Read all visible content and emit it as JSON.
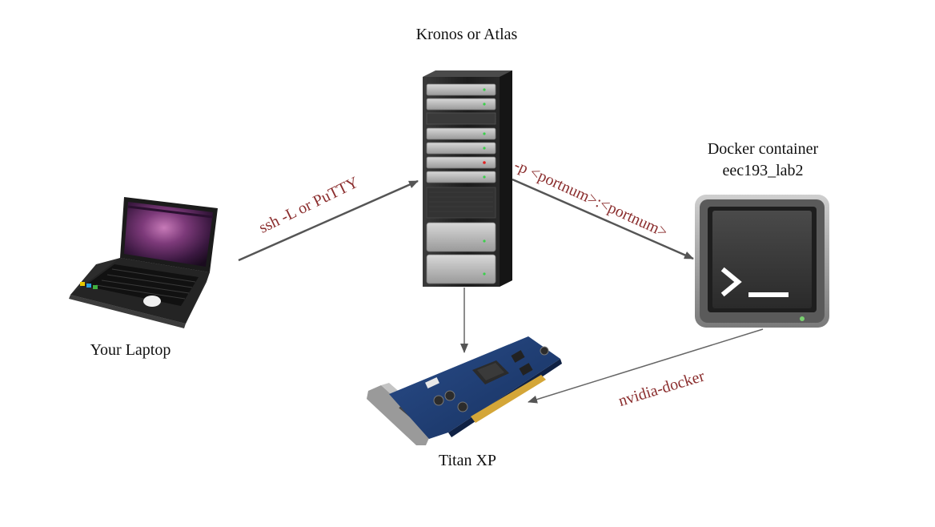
{
  "nodes": {
    "laptop": {
      "label": "Your Laptop"
    },
    "server": {
      "label": "Kronos or Atlas"
    },
    "docker": {
      "label_line1": "Docker container",
      "label_line2": "eec193_lab2"
    },
    "gpu": {
      "label": "Titan XP"
    }
  },
  "edges": {
    "laptop_to_server": {
      "label": "ssh -L or PuTTY"
    },
    "server_to_docker": {
      "label": "-p <portnum>:<portnum>"
    },
    "docker_to_gpu": {
      "label": "nvidia-docker"
    },
    "server_to_gpu": {
      "label": ""
    }
  },
  "colors": {
    "edge_label": "#8b2e2e",
    "arrow": "#555555",
    "server_body": "#2a2a2a",
    "terminal_frame": "#8a8a8a",
    "gpu_board": "#1f3a6e"
  },
  "icons": {
    "laptop": "laptop-icon",
    "server": "server-rack-icon",
    "docker": "terminal-icon",
    "gpu": "graphics-card-icon"
  }
}
